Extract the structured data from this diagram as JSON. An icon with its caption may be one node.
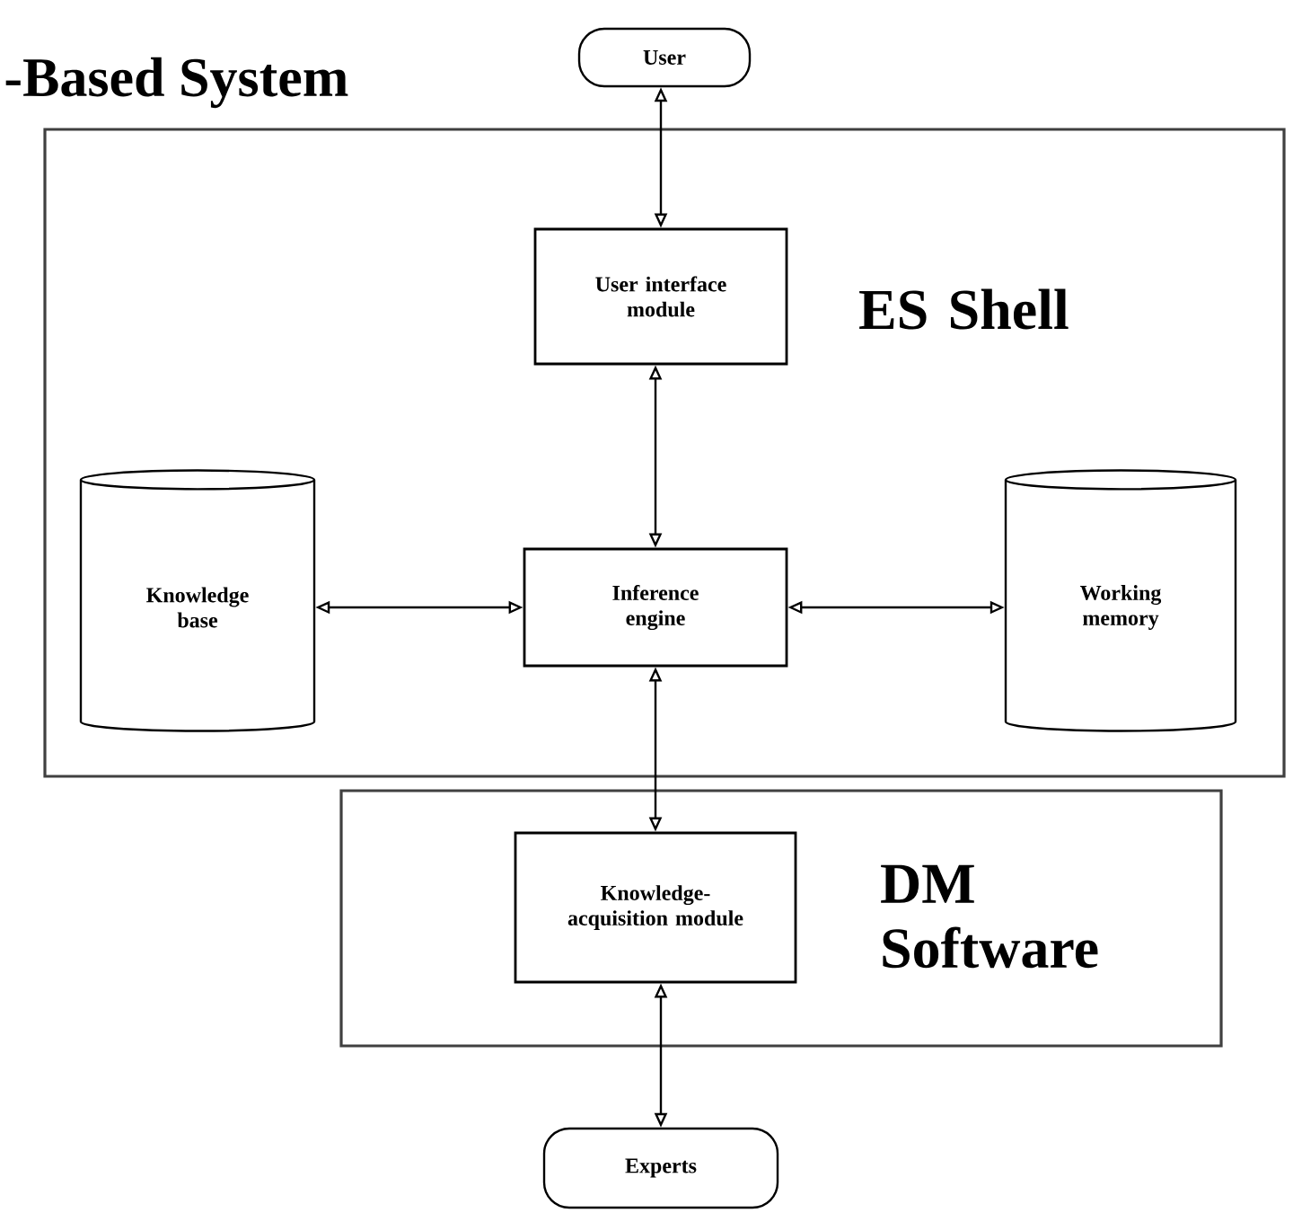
{
  "diagram": {
    "title": "-Based System",
    "nodes": [
      {
        "text": [
          "User"
        ]
      },
      {
        "text": [
          "ES Shell"
        ]
      },
      {
        "text": [
          "User interface module"
        ],
        "in": 1
      },
      {
        "text": [
          "Knowledge base"
        ],
        "in": 1
      },
      {
        "text": [
          "Inference engine"
        ],
        "in": 1
      },
      {
        "text": [
          "Working memory"
        ],
        "in": 1
      },
      {
        "text": [
          "DM Software"
        ]
      },
      {
        "text": [
          "Knowledge-acquisition module"
        ],
        "in": 6
      },
      {
        "text": [
          "Experts"
        ]
      }
    ],
    "edges": [
      {
        "from": 0,
        "to": 2,
        "arrow": "both"
      },
      {
        "from": 2,
        "to": 4,
        "arrow": "both"
      },
      {
        "from": 3,
        "to": 4,
        "arrow": "both"
      },
      {
        "from": 4,
        "to": 5,
        "arrow": "both"
      },
      {
        "from": 4,
        "to": 7,
        "arrow": "both"
      },
      {
        "from": 7,
        "to": 8,
        "arrow": "both"
      }
    ]
  }
}
